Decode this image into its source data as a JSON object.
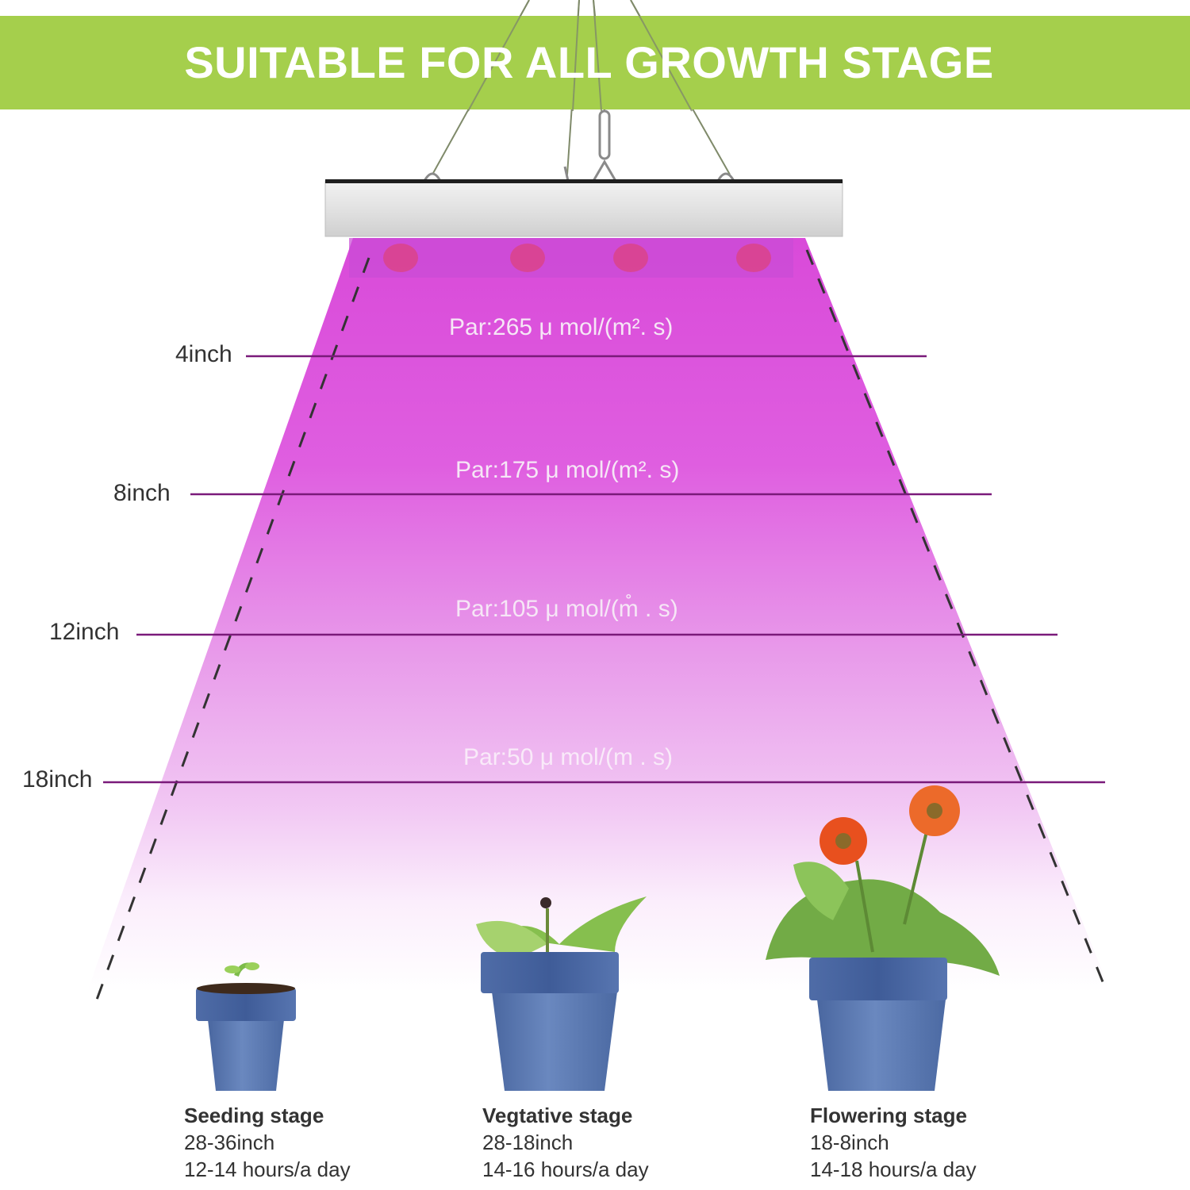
{
  "banner": {
    "title": "SUITABLE FOR ALL GROWTH STAGE",
    "color": "#a5cf4c"
  },
  "light": {
    "product": "LED grow light panel",
    "beam_color": "#dd44dd",
    "housing_color": "#e4e4e4"
  },
  "distances": [
    {
      "label": "4inch",
      "par": "Par:265 μ  mol/(m². s)"
    },
    {
      "label": "8inch",
      "par": "Par:175 μ  mol/(m². s)"
    },
    {
      "label": "12inch",
      "par": "Par:105 μ  mol/(m̊ . s)"
    },
    {
      "label": "18inch",
      "par": "Par:50 μ  mol/(m . s)"
    }
  ],
  "stages": [
    {
      "name": "Seeding stage",
      "distance": "28-36inch",
      "hours": "12-14 hours/a day"
    },
    {
      "name": "Vegtative stage",
      "distance": "28-18inch",
      "hours": "14-16 hours/a day"
    },
    {
      "name": "Flowering stage",
      "distance": "18-8inch",
      "hours": "14-18 hours/a day"
    }
  ],
  "colors": {
    "pot": "#5a78ac",
    "leaf": "#6fa844",
    "flower": "#e8501e",
    "guide_line": "#7a1a7a"
  }
}
